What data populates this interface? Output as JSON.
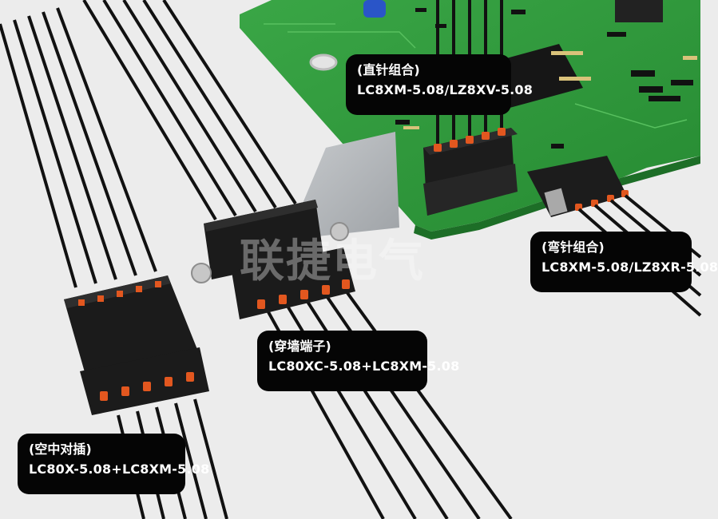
{
  "labels": {
    "straight": {
      "line1": "(直针组合)",
      "line2": "LC8XM-5.08/LZ8XV-5.08"
    },
    "right_angle": {
      "line1": "(弯针组合)",
      "line2": "LC8XM-5.08/LZ8XR-5.08"
    },
    "feedthrough": {
      "line1": "(穿墙端子)",
      "line2": "LC80XC-5.08+LC8XM-5.08"
    },
    "inline": {
      "line1": "(空中对插)",
      "line2": "LC80X-5.08+LC8XM-5.08"
    }
  },
  "watermark": {
    "text": "联捷电气"
  },
  "colors": {
    "background": "#ececec",
    "pcb": "#2f9a3a",
    "connector": "#1c1c1c",
    "latch": "#e2571f",
    "wire": "#111111",
    "label_bg": "#050505",
    "label_text": "#ffffff",
    "panel": "#b9bcbf"
  }
}
